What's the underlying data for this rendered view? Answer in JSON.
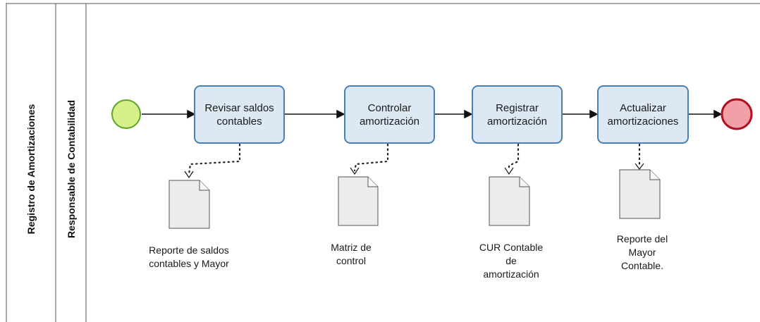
{
  "pool": {
    "label": "Registro de Amortizaciones"
  },
  "lane": {
    "label": "Responsable de Contabilidad"
  },
  "tasks": [
    {
      "line1": "Revisar saldos",
      "line2": "contables"
    },
    {
      "line1": "Controlar",
      "line2": "amortización"
    },
    {
      "line1": "Registrar",
      "line2": "amortización"
    },
    {
      "line1": "Actualizar",
      "line2": "amortizaciones"
    }
  ],
  "documents": [
    {
      "lines": [
        "Reporte de saldos",
        "contables y Mayor"
      ]
    },
    {
      "lines": [
        "Matriz de",
        "control"
      ]
    },
    {
      "lines": [
        "CUR Contable",
        "de",
        "amortización"
      ]
    },
    {
      "lines": [
        "Reporte del",
        "Mayor",
        "Contable."
      ]
    }
  ],
  "colors": {
    "start_event": "#d6f08a",
    "start_event_border": "#5ea62a",
    "end_event": "#f0a0a6",
    "end_event_border": "#b01020",
    "task_fill": "#dde8f5",
    "task_border": "#4a7fb5"
  }
}
